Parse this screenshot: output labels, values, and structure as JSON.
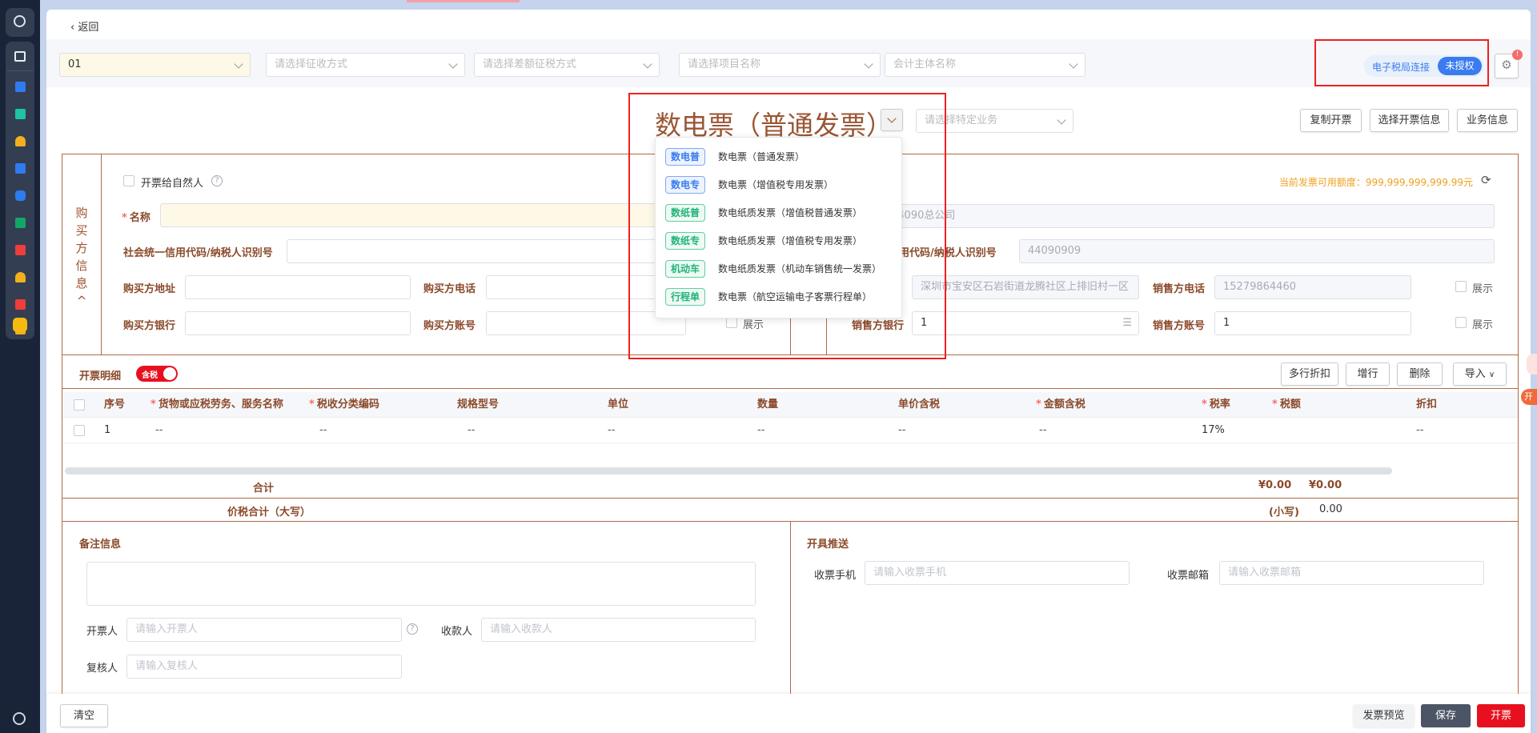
{
  "nav": {
    "back_label": "返回"
  },
  "filters": [
    {
      "value": "01",
      "placeholder": ""
    },
    {
      "value": "",
      "placeholder": "请选择征收方式"
    },
    {
      "value": "",
      "placeholder": "请选择差额征税方式"
    },
    {
      "value": "",
      "placeholder": "请选择项目名称"
    },
    {
      "value": "",
      "placeholder": "会计主体名称"
    }
  ],
  "connection": {
    "label": "电子税局连接",
    "status": "未授权",
    "notification_badge": "!"
  },
  "invoice": {
    "title": "数电票（普通发票）",
    "special_business_placeholder": "请选择特定业务",
    "type_options": [
      {
        "tag": "数电普",
        "label": "数电票（普通发票）",
        "color": "blue"
      },
      {
        "tag": "数电专",
        "label": "数电票（增值税专用发票）",
        "color": "blue"
      },
      {
        "tag": "数纸普",
        "label": "数电纸质发票（增值税普通发票）",
        "color": "green"
      },
      {
        "tag": "数纸专",
        "label": "数电纸质发票（增值税专用发票）",
        "color": "green"
      },
      {
        "tag": "机动车",
        "label": "数电纸质发票（机动车销售统一发票）",
        "color": "green"
      },
      {
        "tag": "行程单",
        "label": "数电票（航空运输电子客票行程单）",
        "color": "green"
      }
    ]
  },
  "actions": {
    "copy": "复制开票",
    "select_info": "选择开票信息",
    "business_info": "业务信息"
  },
  "buyer": {
    "section_label": [
      "购",
      "买",
      "方",
      "信",
      "息"
    ],
    "collapse_icon": "^",
    "natural_person": "开票给自然人",
    "help": "?",
    "name_label": "名称",
    "taxid_label": "社会统一信用代码/纳税人识别号",
    "address_label": "购买方地址",
    "phone_label": "购买方电话",
    "bank_label": "购买方银行",
    "account_label": "购买方账号",
    "show_label": "展示"
  },
  "seller": {
    "quota": "当前发票可用额度：999,999,999,999.99元",
    "name_value": "44090总公司",
    "taxid_label": "信用代码/纳税人识别号",
    "taxid_value": "44090909",
    "address_value": "深圳市宝安区石岩街道龙腾社区上排旧村一区",
    "phone_label": "销售方电话",
    "phone_value": "15279864460",
    "bank_label": "销售方银行",
    "bank_value": "1",
    "account_label": "销售方账号",
    "account_value": "1",
    "show_label": "展示"
  },
  "details": {
    "title": "开票明细",
    "tax_toggle": "含税",
    "buttons": {
      "multi_discount": "多行折扣",
      "add_row": "增行",
      "delete": "删除",
      "import": "导入"
    },
    "columns": [
      "序号",
      "货物或应税劳务、服务名称",
      "税收分类编码",
      "规格型号",
      "单位",
      "数量",
      "单价含税",
      "金额含税",
      "税率",
      "税额",
      "折扣"
    ],
    "rows": [
      [
        "1",
        "--",
        "--",
        "--",
        "--",
        "--",
        "--",
        "--",
        "17%",
        "",
        "--"
      ]
    ],
    "total_label": "合计",
    "total_amount": "¥0.00",
    "total_tax": "¥0.00",
    "grand_label": "价税合计（大写）",
    "small_label": "(小写)",
    "small_value": "0.00"
  },
  "remarks": {
    "title": "备注信息",
    "drawer_label": "开票人",
    "drawer_placeholder": "请输入开票人",
    "payee_label": "收款人",
    "payee_placeholder": "请输入收款人",
    "reviewer_label": "复核人",
    "reviewer_placeholder": "请输入复核人"
  },
  "push": {
    "title": "开具推送",
    "phone_label": "收票手机",
    "phone_placeholder": "请输入收票手机",
    "email_label": "收票邮箱",
    "email_placeholder": "请输入收票邮箱"
  },
  "footer": {
    "clear": "清空",
    "preview": "发票预览",
    "save": "保存",
    "issue": "开票"
  },
  "floating": {
    "label": "开"
  }
}
